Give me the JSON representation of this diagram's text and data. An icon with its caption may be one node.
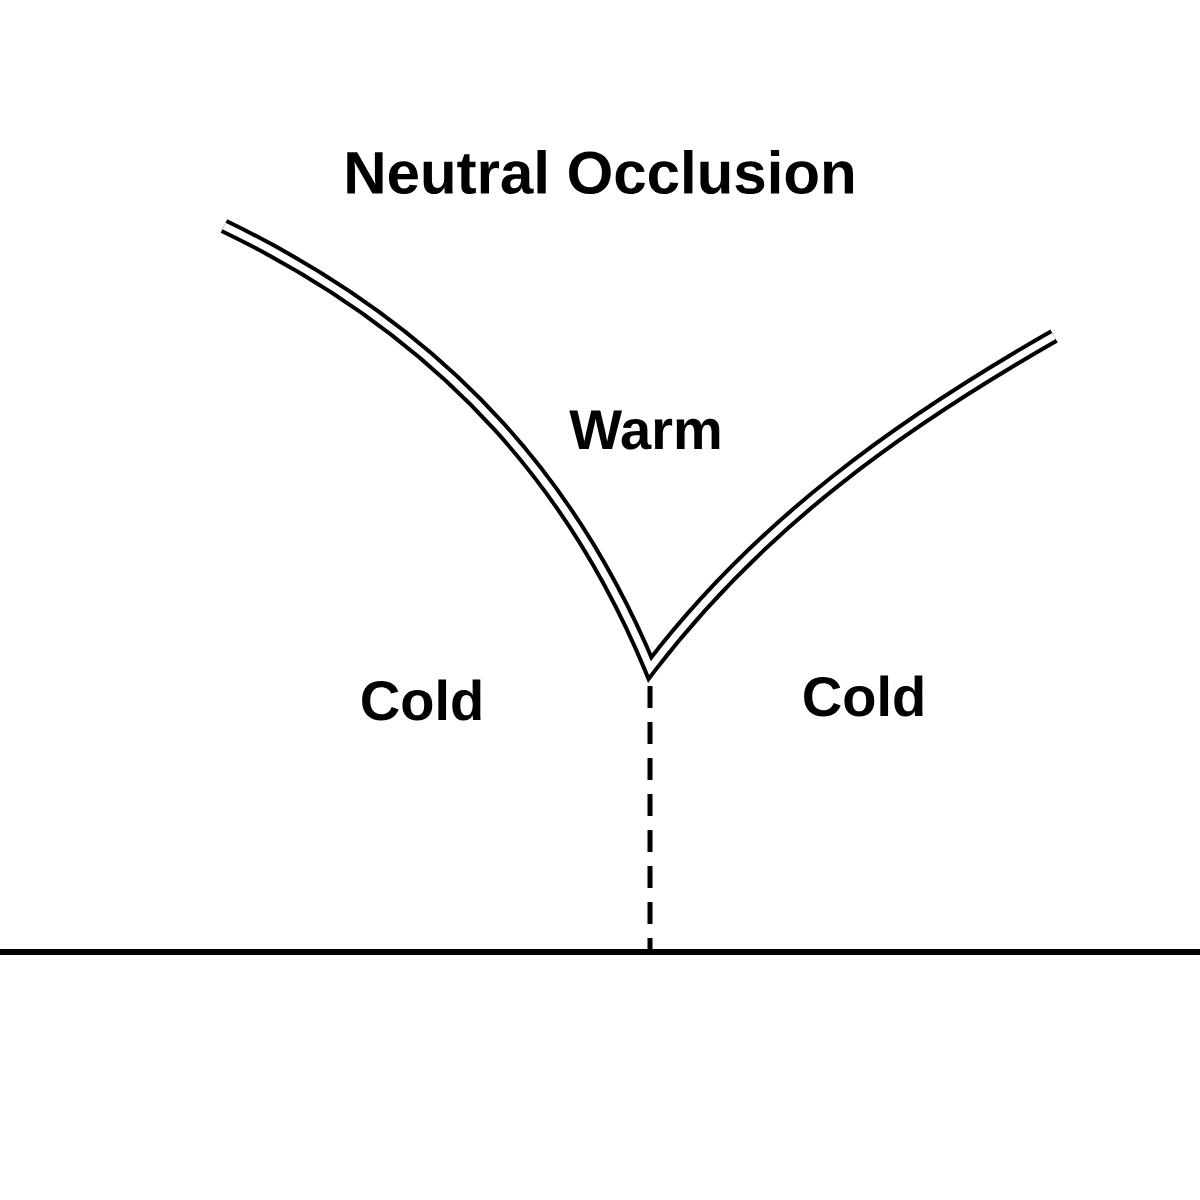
{
  "diagram": {
    "title": "Neutral Occlusion",
    "labels": [
      "Warm",
      "Cold",
      "Cold"
    ]
  }
}
